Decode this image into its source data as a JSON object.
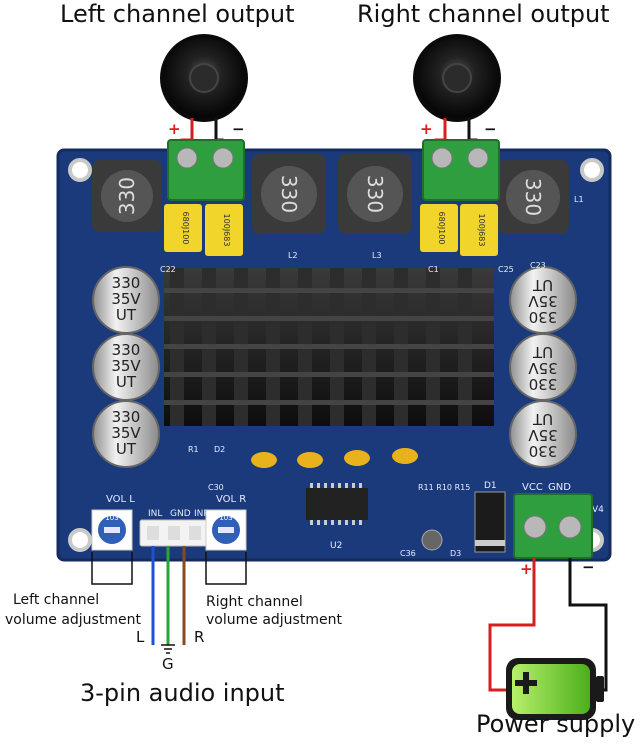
{
  "labels": {
    "left_output": "Left channel output",
    "right_output": "Right channel output",
    "left_volume": [
      "Left channel",
      "volume adjustment"
    ],
    "right_volume": [
      "Right channel",
      "volume adjustment"
    ],
    "audio_input": "3-pin audio input",
    "power_supply": "Power supply",
    "pin_l": "L",
    "pin_g": "G",
    "pin_r": "R",
    "plus": "+",
    "minus": "−"
  },
  "board": {
    "inductor_marking": "330",
    "cap_markings": [
      "330",
      "35V",
      "UT"
    ],
    "film_cap_markings": [
      "680J100",
      "100J683"
    ],
    "silkscreen": {
      "vol_l": "VOL L",
      "vol_r": "VOL R",
      "inl": "INL",
      "gnd": "GND",
      "inr": "INR",
      "vcc": "VCC",
      "gnd2": "GND",
      "v4": "V4",
      "d1": "D1",
      "u2": "U2",
      "r11": "R11 R10 R15",
      "c30": "C30",
      "c36": "C36",
      "d3": "D3",
      "r1": "R1",
      "d2": "D2",
      "l1": "L1",
      "l2": "L2",
      "l3": "L3",
      "c1": "C1",
      "c25": "C25",
      "c23": "C23",
      "c22": "C22",
      "pot_code": "103"
    }
  },
  "colors": {
    "pcb": "#1b3a7c",
    "pcb_edge": "#132b5e",
    "terminal": "#2f9e3f",
    "film_cap": "#f2d52a",
    "heatsink": "#1a1a1a",
    "wire_red": "#d61f1f",
    "wire_black": "#111111",
    "wire_blue": "#1f4fd6",
    "wire_green": "#2aa53a",
    "wire_brown": "#8a4b1c",
    "battery_green": "#7ed321"
  }
}
